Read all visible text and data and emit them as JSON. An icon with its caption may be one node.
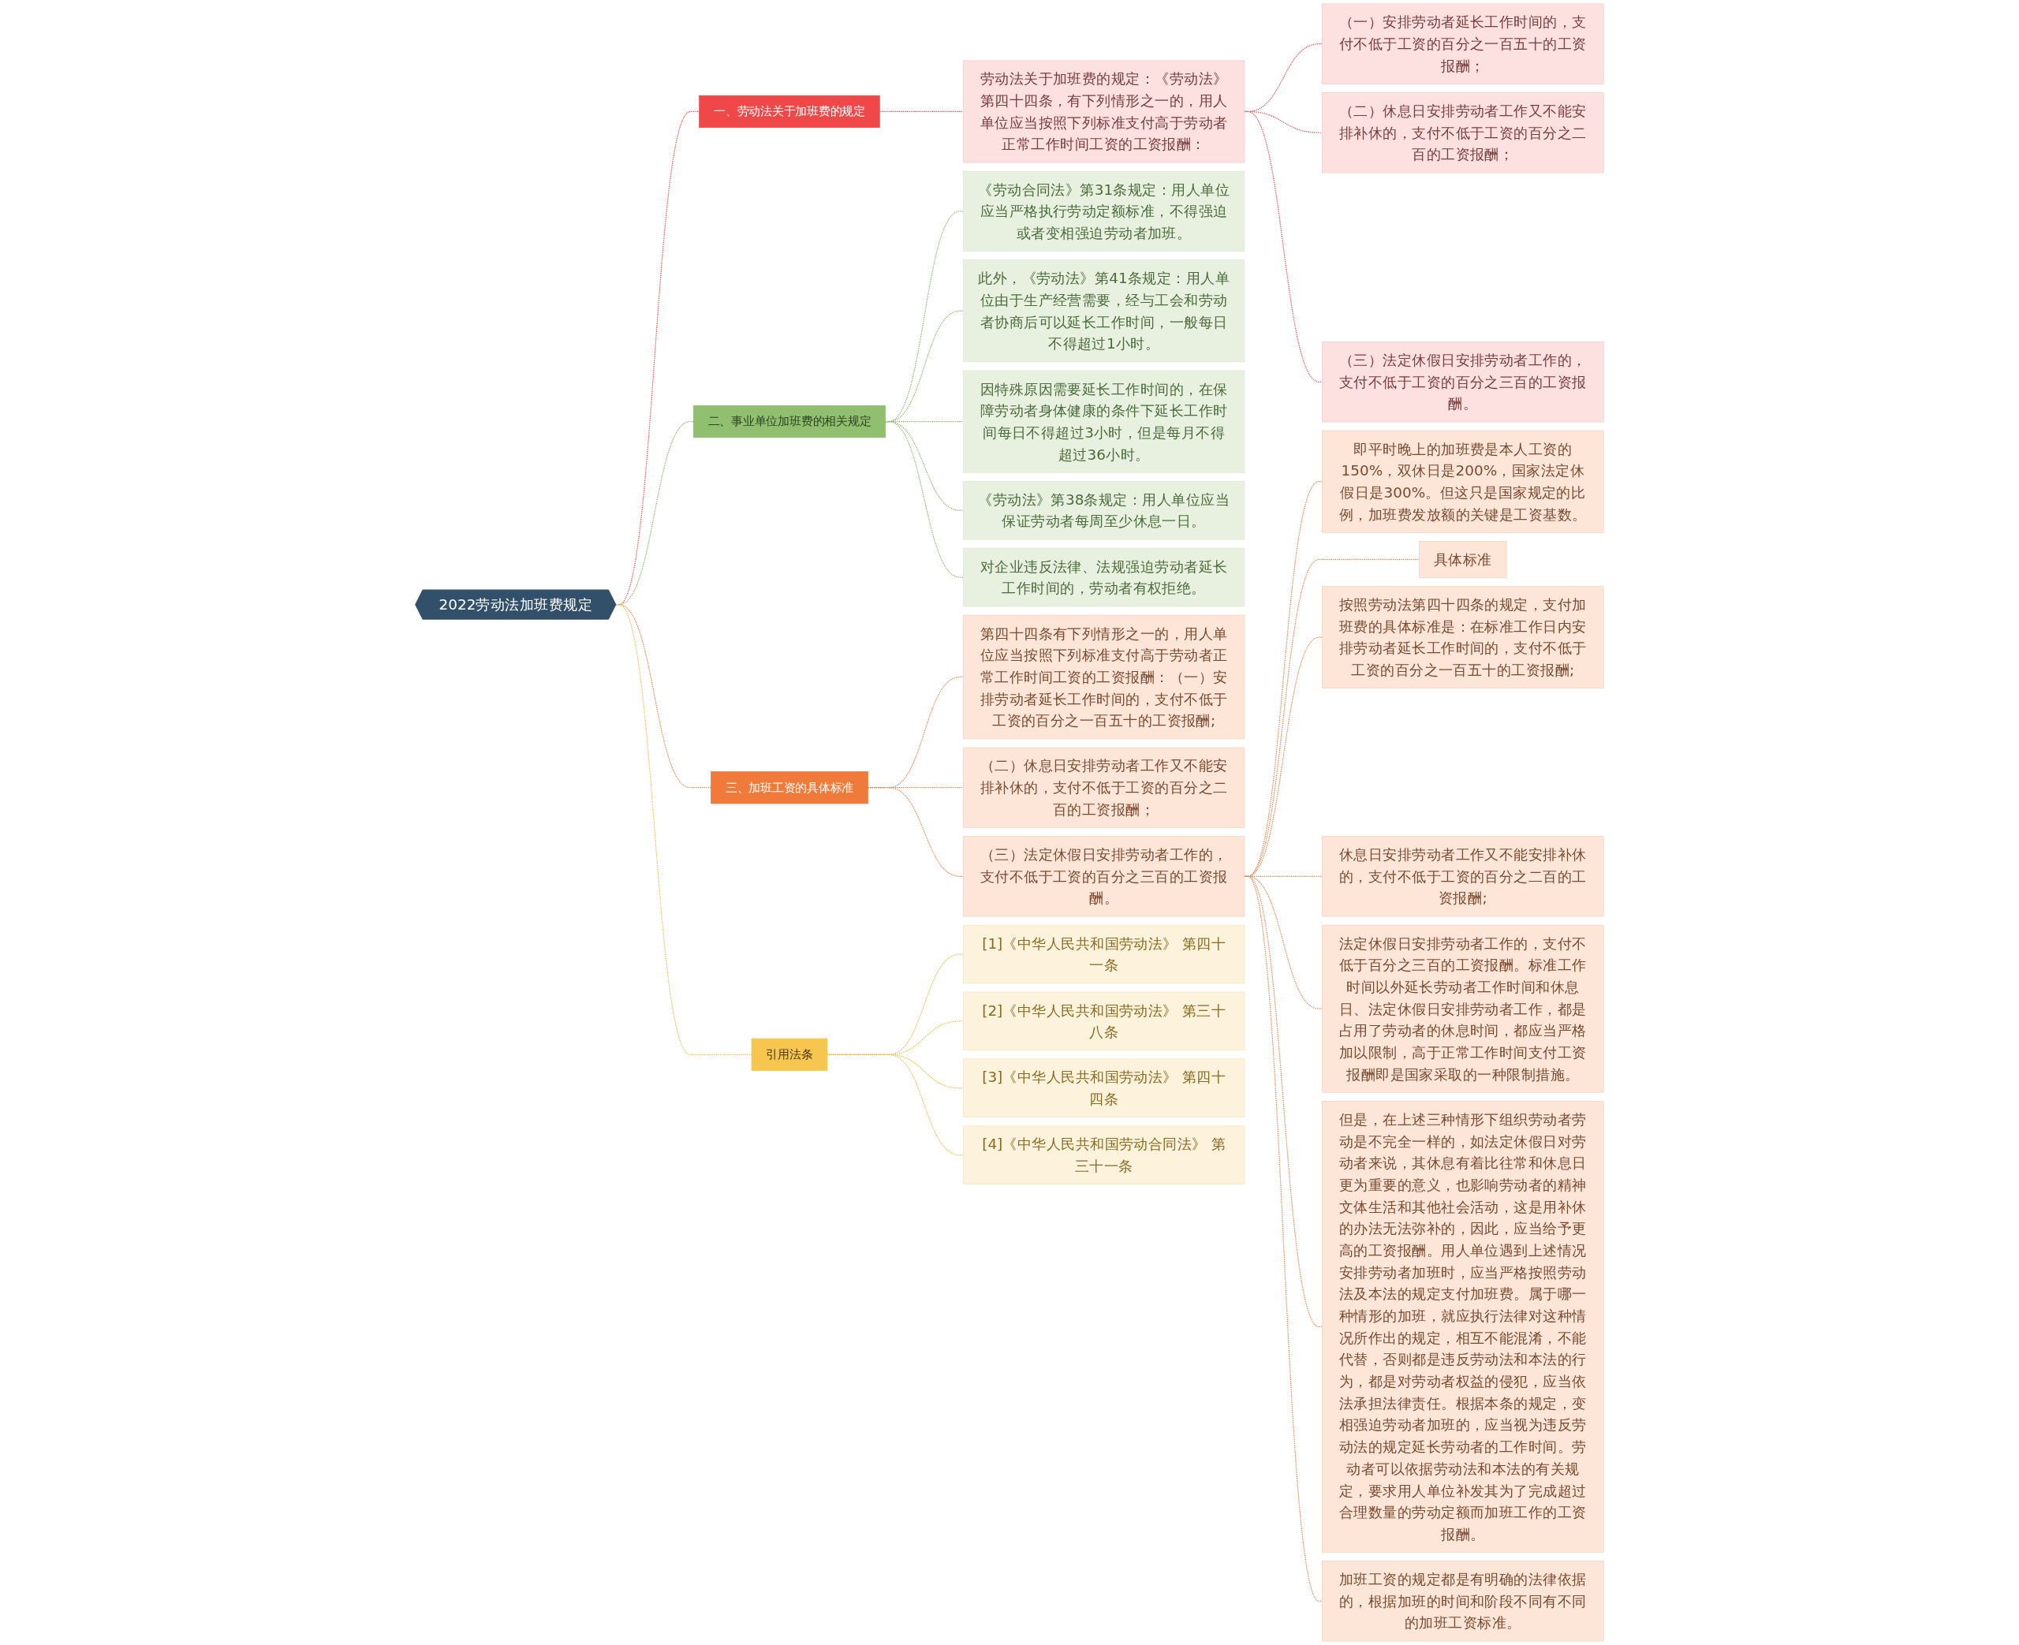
{
  "diagram": {
    "nodes": [
      {
        "text": [
          "2022劳动法加班费规定"
        ]
      },
      {
        "text": [
          "一、劳动法关于加班费的规定"
        ]
      },
      {
        "text": [
          "劳动法关于加班费的规定：《劳动法》第四十四条，有下列情形之一的，用人单位应当按照下列标准支付高于劳动者正常工作时间工资的工资报酬："
        ]
      },
      {
        "text": [
          "（一）安排劳动者延长工作时间的，支付不低于工资的百分之一百五十的工资报酬；"
        ]
      },
      {
        "text": [
          "（二）休息日安排劳动者工作又不能安排补休的，支付不低于工资的百分之二百的工资报酬；"
        ]
      },
      {
        "text": [
          "（三）法定休假日安排劳动者工作的，支付不低于工资的百分之三百的工资报酬。"
        ]
      },
      {
        "text": [
          "二、事业单位加班费的相关规定"
        ]
      },
      {
        "text": [
          "《劳动合同法》第31条规定：用人单位应当严格执行劳动定额标准，不得强迫或者变相强迫劳动者加班。"
        ]
      },
      {
        "text": [
          "此外，《劳动法》第41条规定：用人单位由于生产经营需要，经与工会和劳动者协商后可以延长工作时间，一般每日不得超过1小时。"
        ]
      },
      {
        "text": [
          "因特殊原因需要延长工作时间的，在保障劳动者身体健康的条件下延长工作时间每日不得超过3小时，但是每月不得超过36小时。"
        ]
      },
      {
        "text": [
          "《劳动法》第38条规定：用人单位应当保证劳动者每周至少休息一日。"
        ]
      },
      {
        "text": [
          "对企业违反法律、法规强迫劳动者延长工作时间的，劳动者有权拒绝。"
        ]
      },
      {
        "text": [
          "三、加班工资的具体标准"
        ]
      },
      {
        "text": [
          "第四十四条有下列情形之一的，用人单位应当按照下列标准支付高于劳动者正常工作时间工资的工资报酬：（一）安排劳动者延长工作时间的，支付不低于工资的百分之一百五十的工资报酬;"
        ]
      },
      {
        "text": [
          "（二）休息日安排劳动者工作又不能安排补休的，支付不低于工资的百分之二百的工资报酬；"
        ]
      },
      {
        "text": [
          "（三）法定休假日安排劳动者工作的，支付不低于工资的百分之三百的工资报酬。"
        ]
      },
      {
        "text": [
          "即平时晚上的加班费是本人工资的150%，双休日是200%，国家法定休假日是300%。但这只是国家规定的比例，加班费发放额的关键是工资基数。"
        ]
      },
      {
        "text": [
          "具体标准"
        ]
      },
      {
        "text": [
          "按照劳动法第四十四条的规定，支付加班费的具体标准是：在标准工作日内安排劳动者延长工作时间的，支付不低于工资的百分之一百五十的工资报酬;"
        ]
      },
      {
        "text": [
          "休息日安排劳动者工作又不能安排补休的，支付不低于工资的百分之二百的工资报酬;"
        ]
      },
      {
        "text": [
          "法定休假日安排劳动者工作的，支付不低于百分之三百的工资报酬。标准工作时间以外延长劳动者工作时间和休息日、法定休假日安排劳动者工作，都是占用了劳动者的休息时间，都应当严格加以限制，高于正常工作时间支付工资报酬即是国家采取的一种限制措施。"
        ]
      },
      {
        "text": [
          "但是，在上述三种情形下组织劳动者劳动是不完全一样的，如法定休假日对劳动者来说，其休息有着比往常和休息日更为重要的意义，也影响劳动者的精神文体生活和其他社会活动，这是用补休的办法无法弥补的，因此，应当给予更高的工资报酬。用人单位遇到上述情况安排劳动者加班时，应当严格按照劳动法及本法的规定支付加班费。属于哪一种情形的加班，就应执行法律对这种情况所作出的规定，相互不能混淆，不能代替，否则都是违反劳动法和本法的行为，都是对劳动者权益的侵犯，应当依法承担法律责任。根据本条的规定，变相强迫劳动者加班的，应当视为违反劳动法的规定延长劳动者的工作时间。劳动者可以依据劳动法和本法的有关规定，要求用人单位补发其为了完成超过合理数量的劳动定额而加班工作的工资报酬。"
        ]
      },
      {
        "text": [
          "加班工资的规定都是有明确的法律依据的，根据加班的时间和阶段不同有不同的加班工资标准。"
        ]
      },
      {
        "text": [
          "引用法条"
        ]
      },
      {
        "text": [
          "[1]《中华人民共和国劳动法》 第四十一条"
        ]
      },
      {
        "text": [
          "[2]《中华人民共和国劳动法》 第三十八条"
        ]
      },
      {
        "text": [
          "[3]《中华人民共和国劳动法》 第四十四条"
        ]
      },
      {
        "text": [
          "[4]《中华人民共和国劳动合同法》 第三十一条"
        ]
      }
    ],
    "edges": [
      {
        "from": 0,
        "to": 1,
        "arrow": "none",
        "style": "dashed",
        "color": "#e84040"
      },
      {
        "from": 1,
        "to": 2,
        "arrow": "none",
        "style": "dashed",
        "color": "#e84040"
      },
      {
        "from": 2,
        "to": 3,
        "arrow": "none",
        "style": "dashed",
        "color": "#e84040"
      },
      {
        "from": 2,
        "to": 4,
        "arrow": "none",
        "style": "dashed",
        "color": "#e84040"
      },
      {
        "from": 2,
        "to": 5,
        "arrow": "none",
        "style": "dashed",
        "color": "#e84040"
      },
      {
        "from": 0,
        "to": 6,
        "arrow": "none",
        "style": "dashed",
        "color": "#7fae5e"
      },
      {
        "from": 6,
        "to": 7,
        "arrow": "none",
        "style": "dashed",
        "color": "#7fae5e"
      },
      {
        "from": 6,
        "to": 8,
        "arrow": "none",
        "style": "dashed",
        "color": "#7fae5e"
      },
      {
        "from": 6,
        "to": 9,
        "arrow": "none",
        "style": "dashed",
        "color": "#7fae5e"
      },
      {
        "from": 6,
        "to": 10,
        "arrow": "none",
        "style": "dashed",
        "color": "#7fae5e"
      },
      {
        "from": 6,
        "to": 11,
        "arrow": "none",
        "style": "dashed",
        "color": "#7fae5e"
      },
      {
        "from": 0,
        "to": 12,
        "arrow": "none",
        "style": "dashed"
      },
      {
        "from": 12,
        "to": 13,
        "arrow": "none",
        "style": "dashed"
      },
      {
        "from": 12,
        "to": 14,
        "arrow": "none",
        "style": "dashed"
      },
      {
        "from": 12,
        "to": 15,
        "arrow": "none",
        "style": "dashed"
      },
      {
        "from": 15,
        "to": 16,
        "arrow": "none",
        "style": "dashed"
      },
      {
        "from": 15,
        "to": 17,
        "arrow": "none",
        "style": "dashed"
      },
      {
        "from": 15,
        "to": 18,
        "arrow": "none",
        "style": "dashed"
      },
      {
        "from": 15,
        "to": 19,
        "arrow": "none",
        "style": "dashed"
      },
      {
        "from": 15,
        "to": 20,
        "arrow": "none",
        "style": "dashed"
      },
      {
        "from": 15,
        "to": 21,
        "arrow": "none",
        "style": "dashed"
      },
      {
        "from": 15,
        "to": 22,
        "arrow": "none",
        "style": "dashed"
      },
      {
        "from": 0,
        "to": 23,
        "arrow": "none",
        "style": "dashed",
        "color": "#e8b840"
      },
      {
        "from": 23,
        "to": 24,
        "arrow": "none",
        "style": "dashed",
        "color": "#e8b840"
      },
      {
        "from": 23,
        "to": 25,
        "arrow": "none",
        "style": "dashed",
        "color": "#e8b840"
      },
      {
        "from": 23,
        "to": 26,
        "arrow": "none",
        "style": "dashed",
        "color": "#e8b840"
      },
      {
        "from": 23,
        "to": 27,
        "arrow": "none",
        "style": "dashed",
        "color": "#e8b840"
      }
    ]
  }
}
